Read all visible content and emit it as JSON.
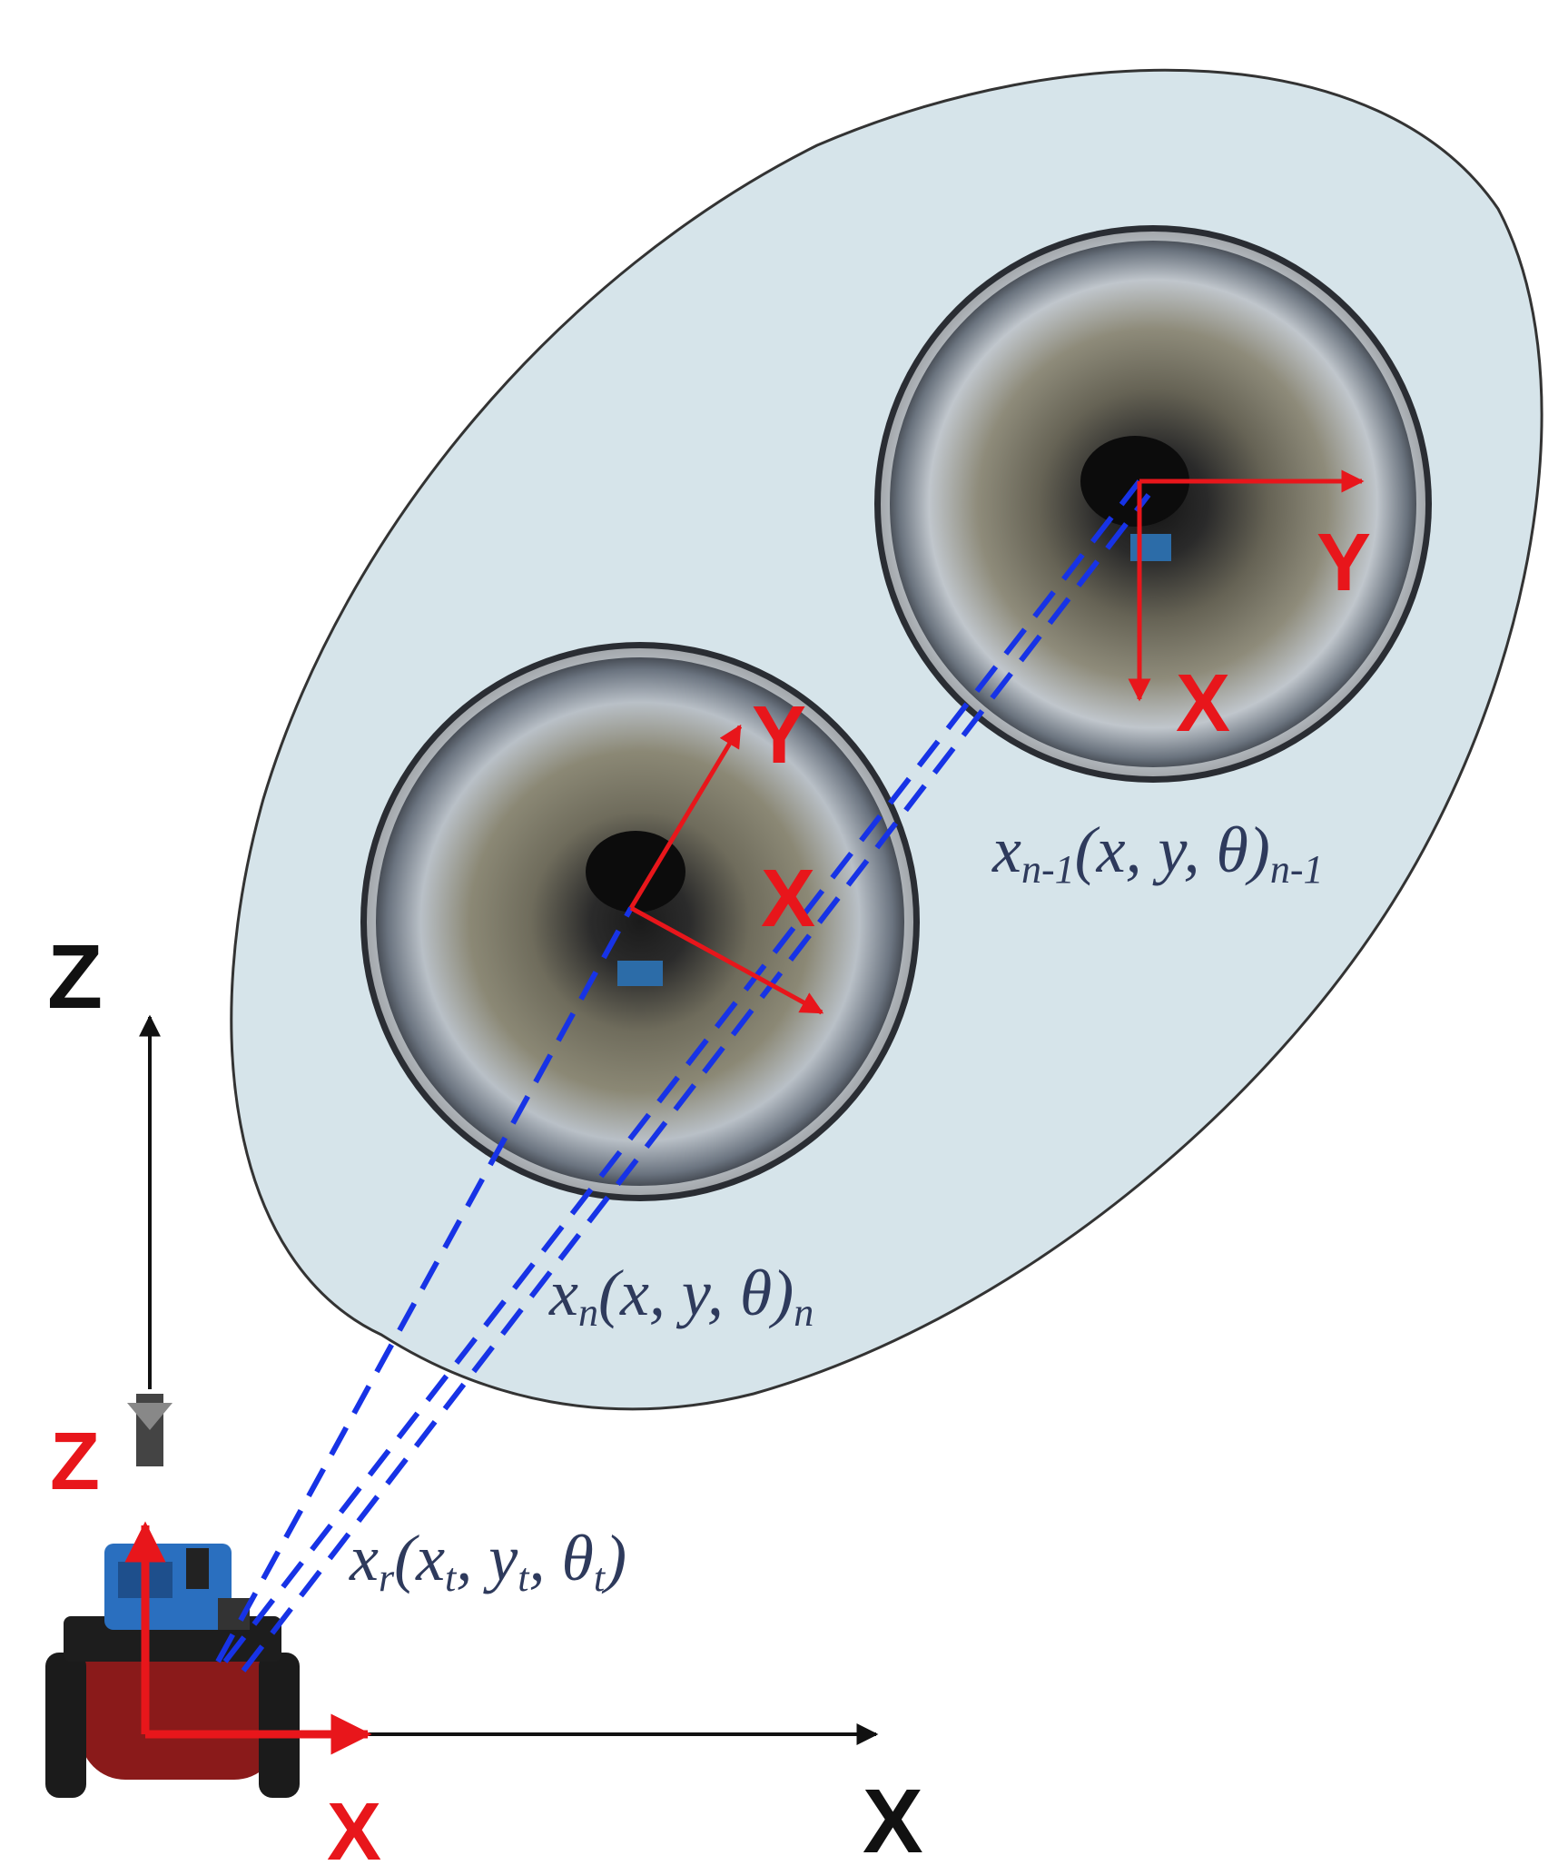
{
  "colors": {
    "region_fill": "#d6e4ea",
    "region_stroke": "#333333",
    "world_axis": "#111111",
    "robot_axis": "#e8161b",
    "camera_axis": "#e8161b",
    "projection_ray": "#1733e6",
    "math_label": "#2e3a5c"
  },
  "world_axes": {
    "z_label": "Z",
    "x_label": "X"
  },
  "robot_axes": {
    "z_label": "Z",
    "x_label": "X"
  },
  "images": [
    {
      "id": "n",
      "x_label": "X",
      "y_label": "Y",
      "pose_label": {
        "var": "x",
        "sub": "n",
        "args": "(x, y, θ)",
        "args_sub": "n"
      }
    },
    {
      "id": "n-1",
      "x_label": "X",
      "y_label": "Y",
      "pose_label": {
        "var": "x",
        "sub": "n-1",
        "args": "(x, y, θ)",
        "args_sub": "n-1"
      }
    }
  ],
  "robot_pose_label": {
    "var": "x",
    "sub": "r",
    "args_open": "(",
    "x_t": "x",
    "y_t": "y",
    "theta_t": "θ",
    "t_sub": "t",
    "args_close": ")"
  },
  "icons": [
    "robot-icon",
    "omnidirectional-image-icon"
  ]
}
